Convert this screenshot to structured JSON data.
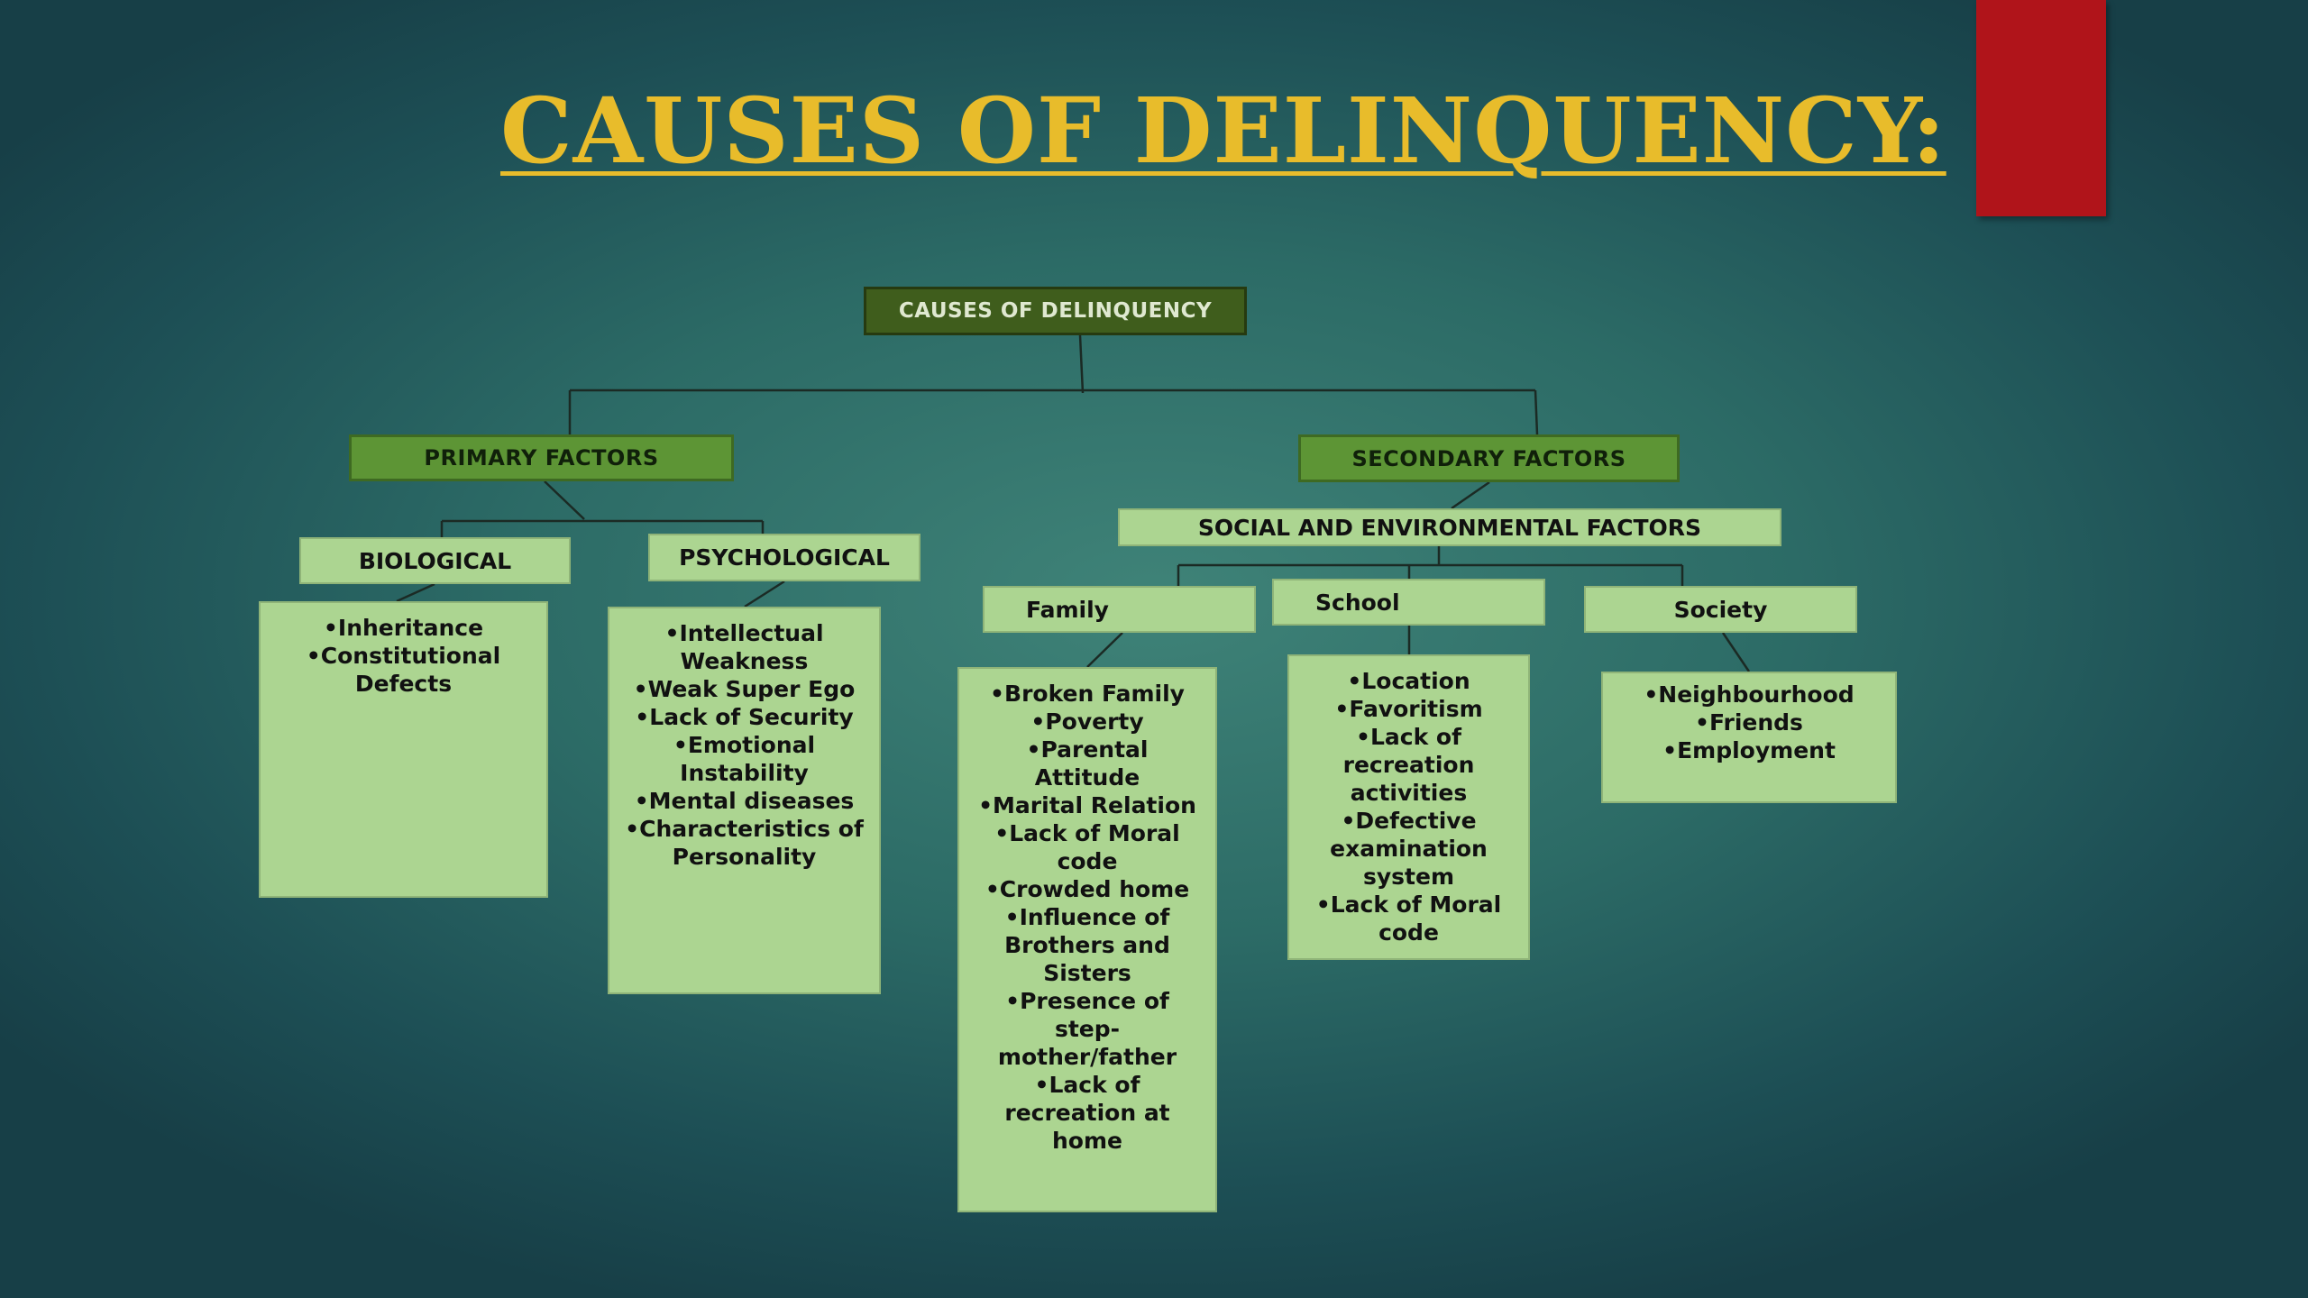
{
  "title": "Causes of Delinquency:",
  "root": {
    "label": "CAUSES OF DELINQUENCY"
  },
  "primary": {
    "label": "PRIMARY FACTORS",
    "biological": {
      "label": "BIOLOGICAL",
      "items": [
        "Inheritance",
        "Constitutional Defects"
      ]
    },
    "psychological": {
      "label": "PSYCHOLOGICAL",
      "items": [
        "Intellectual Weakness",
        "Weak Super Ego",
        "Lack of Security",
        "Emotional Instability",
        "Mental diseases",
        "Characteristics of Personality"
      ]
    }
  },
  "secondary": {
    "label": "SECONDARY FACTORS",
    "social": {
      "label": "SOCIAL AND ENVIRONMENTAL FACTORS"
    },
    "family": {
      "label": "Family",
      "items": [
        "Broken Family",
        "Poverty",
        "Parental Attitude",
        "Marital Relation",
        "Lack of Moral code",
        "Crowded home",
        "Influence of Brothers and Sisters",
        "Presence of step-mother/father",
        "Lack of recreation at home"
      ]
    },
    "school": {
      "label": "School",
      "items": [
        "Location",
        "Favoritism",
        "Lack of recreation activities",
        "Defective examination system",
        "Lack of Moral code"
      ]
    },
    "society": {
      "label": "Society",
      "items": [
        "Neighbourhood",
        "Friends",
        "Employment"
      ]
    }
  },
  "colors": {
    "title": "#e8bc2b",
    "accent_tab": "#b0141a",
    "root_fill": "#3f5d1c",
    "level1_fill": "#5d9535",
    "box_fill": "#acd591",
    "connector": "#1b2a24"
  }
}
